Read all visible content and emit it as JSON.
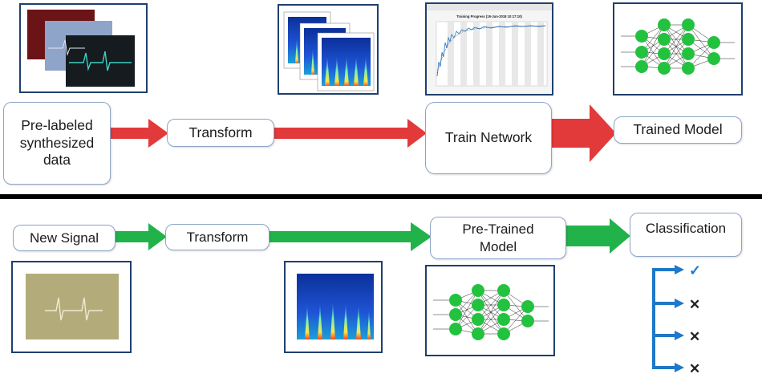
{
  "top_row": {
    "input_label": "Pre-labeled\nsynthesized\ndata",
    "transform_label": "Transform",
    "train_label": "Train Network",
    "trained_model_label": "Trained Model",
    "training_plot_title": "Training Progress (19-Jun-2018 10:17:10)"
  },
  "bottom_row": {
    "new_signal_label": "New Signal",
    "transform_label": "Transform",
    "pretrained_label": "Pre-Trained\nModel",
    "classification_label": "Classification",
    "outcomes": [
      "✓",
      "✕",
      "✕",
      "✕"
    ]
  },
  "colors": {
    "red_arrow": "#e23a3a",
    "green_arrow": "#21b34a",
    "network_node": "#22c23f",
    "box_border": "#8fa5c5",
    "thumb_border": "#1f3f6e",
    "bracket": "#1f78c8",
    "divider": "#000000"
  }
}
